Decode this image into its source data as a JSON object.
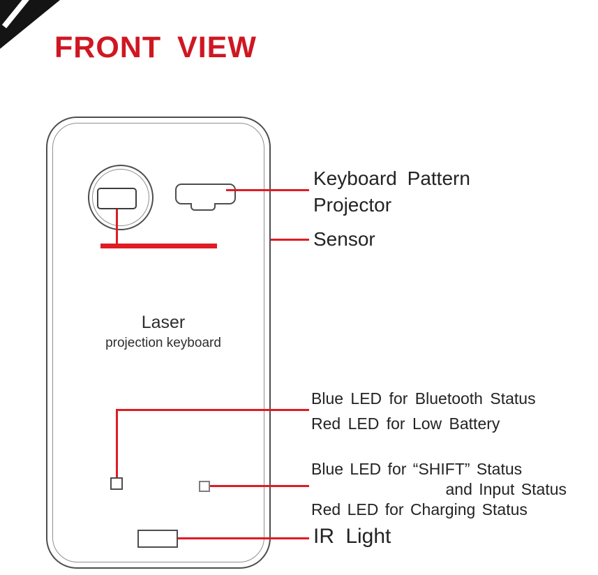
{
  "title": "FRONT VIEW",
  "device": {
    "name_line1": "Laser",
    "name_line2": "projection keyboard"
  },
  "callouts": {
    "projector_line1": "Keyboard Pattern",
    "projector_line2": "Projector",
    "sensor": "Sensor",
    "led_top_line1": "Blue LED for Bluetooth Status",
    "led_top_line2": "Red LED for Low Battery",
    "led_bottom_line1": "Blue LED for “SHIFT” Status",
    "led_bottom_line2": "and Input Status",
    "led_bottom_line3": "Red LED for Charging Status",
    "ir_light": "IR Light"
  },
  "colors": {
    "accent_red": "#e01b24",
    "title_red": "#cf1722",
    "outline_gray": "#4d4d4d",
    "text_dark": "#232323"
  }
}
